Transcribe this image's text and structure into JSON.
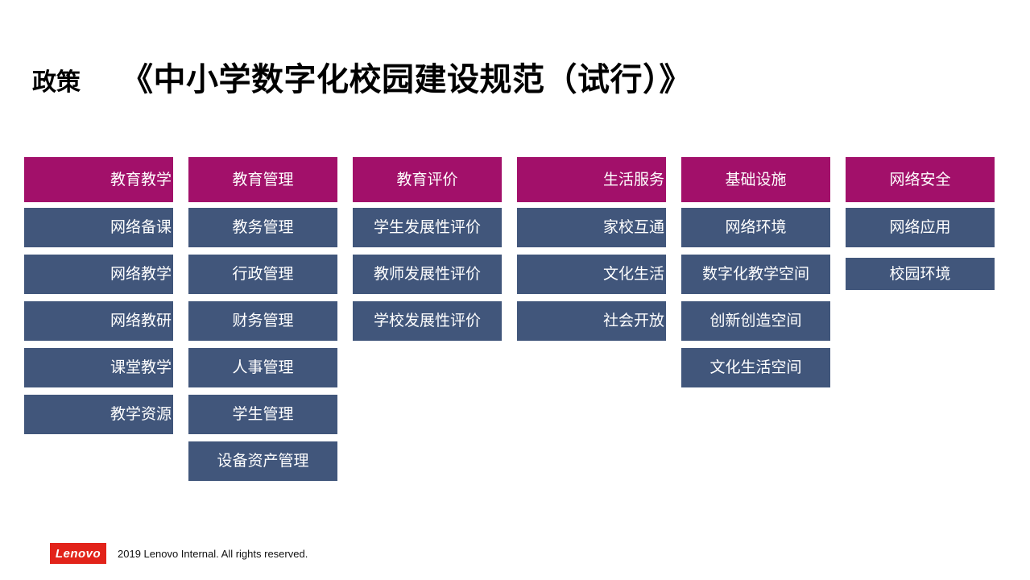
{
  "title": {
    "label": "政策",
    "text": "《中小学数字化校园建设规范（试行）》"
  },
  "diagram": {
    "columns": [
      {
        "header": "教育教学",
        "align": "right",
        "items": [
          "网络备课",
          "网络教学",
          "网络教研",
          "课堂教学",
          "教学资源"
        ]
      },
      {
        "header": "教育管理",
        "align": "center",
        "items": [
          "教务管理",
          "行政管理",
          "财务管理",
          "人事管理",
          "学生管理",
          "设备资产管理"
        ]
      },
      {
        "header": "教育评价",
        "align": "center",
        "items": [
          "学生发展性评价",
          "教师发展性评价",
          "学校发展性评价"
        ]
      },
      {
        "header": "生活服务",
        "align": "right",
        "items": [
          "家校互通",
          "文化生活",
          "社会开放"
        ]
      },
      {
        "header": "基础设施",
        "align": "center",
        "items": [
          "网络环境",
          "数字化教学空间",
          "创新创造空间",
          "文化生活空间"
        ]
      },
      {
        "header": "网络安全",
        "align": "center",
        "spaced": true,
        "items": [
          "网络应用",
          "校园环境"
        ]
      }
    ]
  },
  "footer": {
    "logo_text": "Lenovo",
    "copyright": "2019 Lenovo Internal. All rights reserved."
  },
  "colors": {
    "header_bg": "#A2106A",
    "item_bg": "#41567B",
    "logo_red": "#E2231A"
  }
}
